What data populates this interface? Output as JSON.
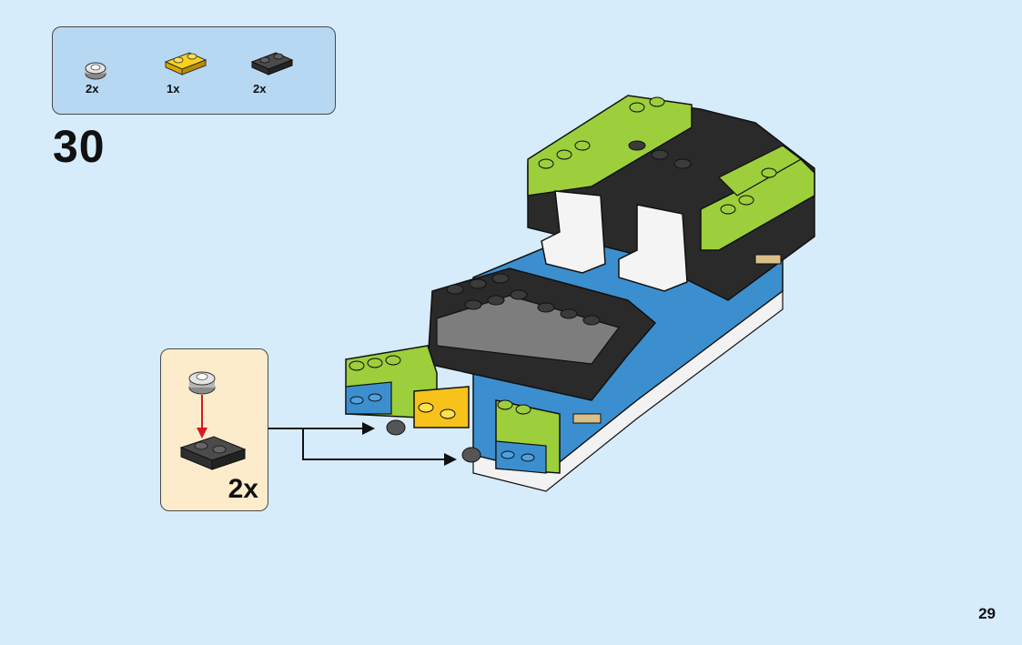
{
  "step": {
    "number": "30"
  },
  "parts_list": [
    {
      "quantity": "2x",
      "part": "grey-round-stud"
    },
    {
      "quantity": "1x",
      "part": "yellow-plate-1x2"
    },
    {
      "quantity": "2x",
      "part": "dark-grey-plate-1x2"
    }
  ],
  "sub_assembly": {
    "quantity": "2x"
  },
  "page": {
    "number": "29"
  },
  "colors": {
    "background": "#d6ecfb",
    "parts_box": "#b7d8f3",
    "callout_box": "#fdeccc",
    "lime": "#9ccf3b",
    "black": "#2a2a2a",
    "blue": "#3c8fcf",
    "yellow": "#f7c21a",
    "arrow_red": "#d71920"
  }
}
